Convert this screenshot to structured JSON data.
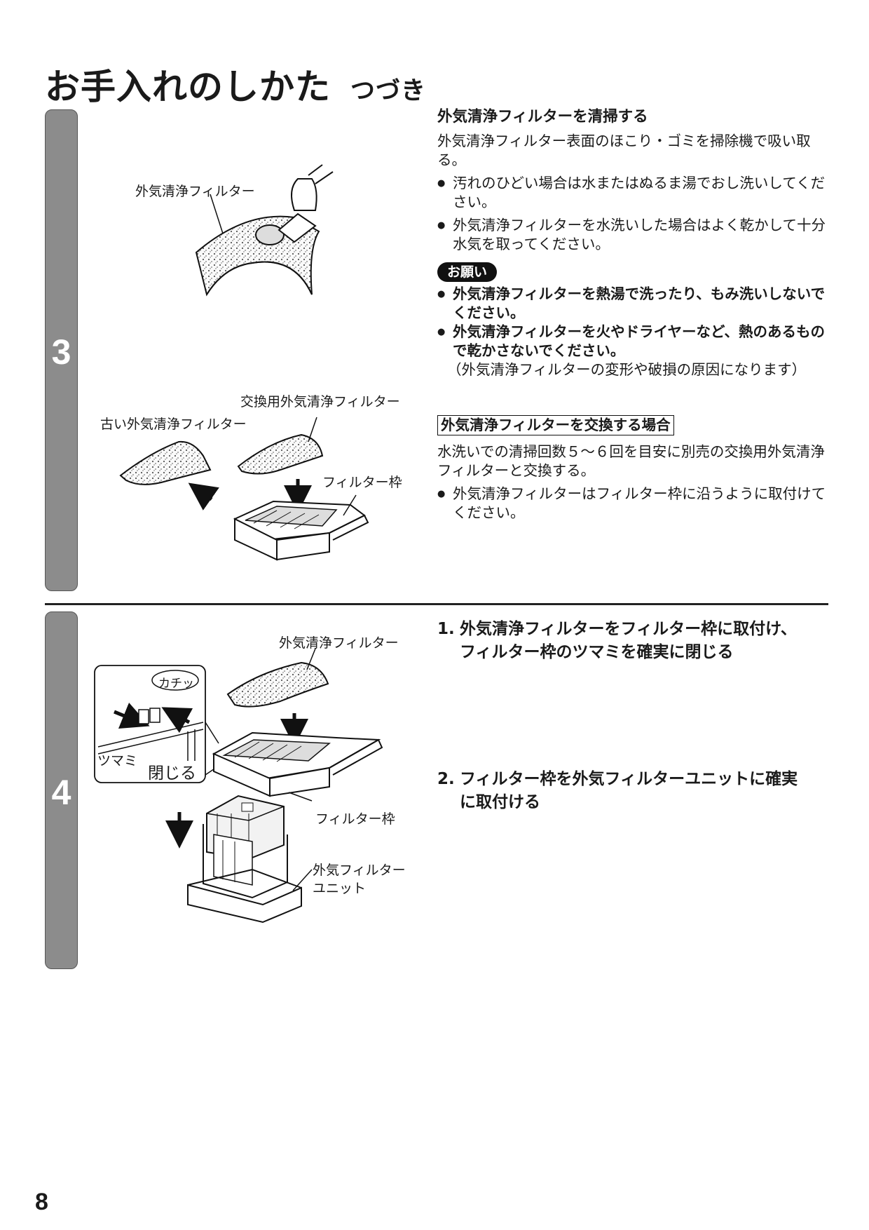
{
  "header": {
    "title": "お手入れのしかた",
    "subtitle": "つづき"
  },
  "step3": {
    "number": "3",
    "labels": {
      "filter": "外気清浄フィルター",
      "replacement_filter": "交換用外気清浄フィルター",
      "old_filter": "古い外気清浄フィルター",
      "filter_frame": "フィルター枠"
    },
    "section_title": "外気清浄フィルターを清掃する",
    "body": "外気清浄フィルター表面のほこり・ゴミを掃除機で吸い取る。",
    "bullets": [
      "汚れのひどい場合は水またはぬるま湯でおし洗いしてください。",
      "外気清浄フィルターを水洗いした場合はよく乾かして十分水気を取ってください。"
    ],
    "notice_badge": "お願い",
    "notice_bullets": [
      "外気清浄フィルターを熱湯で洗ったり、もみ洗いしないでください。",
      "外気清浄フィルターを火やドライヤーなど、熱のあるもので乾かさないでください。"
    ],
    "notice_note": "（外気清浄フィルターの変形や破損の原因になります）",
    "replace_title": "外気清浄フィルターを交換する場合",
    "replace_body": "水洗いでの清掃回数５～６回を目安に別売の交換用外気清浄フィルターと交換する。",
    "replace_bullets": [
      "外気清浄フィルターはフィルター枠に沿うように取付けてください。"
    ]
  },
  "step4": {
    "number": "4",
    "labels": {
      "filter": "外気清浄フィルター",
      "click": "カチッ",
      "knob": "ツマミ",
      "close": "閉じる",
      "filter_frame": "フィルター枠",
      "unit_line1": "外気フィルター",
      "unit_line2": "ユニット"
    },
    "steps": [
      {
        "num": "1.",
        "line1": "外気清浄フィルターをフィルター枠に取付け、",
        "line2": "フィルター枠のツマミを確実に閉じる"
      },
      {
        "num": "2.",
        "line1": "フィルター枠を外気フィルターユニットに確実",
        "line2": "に取付ける"
      }
    ]
  },
  "footer": {
    "page_number": "8"
  },
  "colors": {
    "tab": "#8c8c8c",
    "text": "#1a1a1a",
    "badge": "#111111"
  }
}
